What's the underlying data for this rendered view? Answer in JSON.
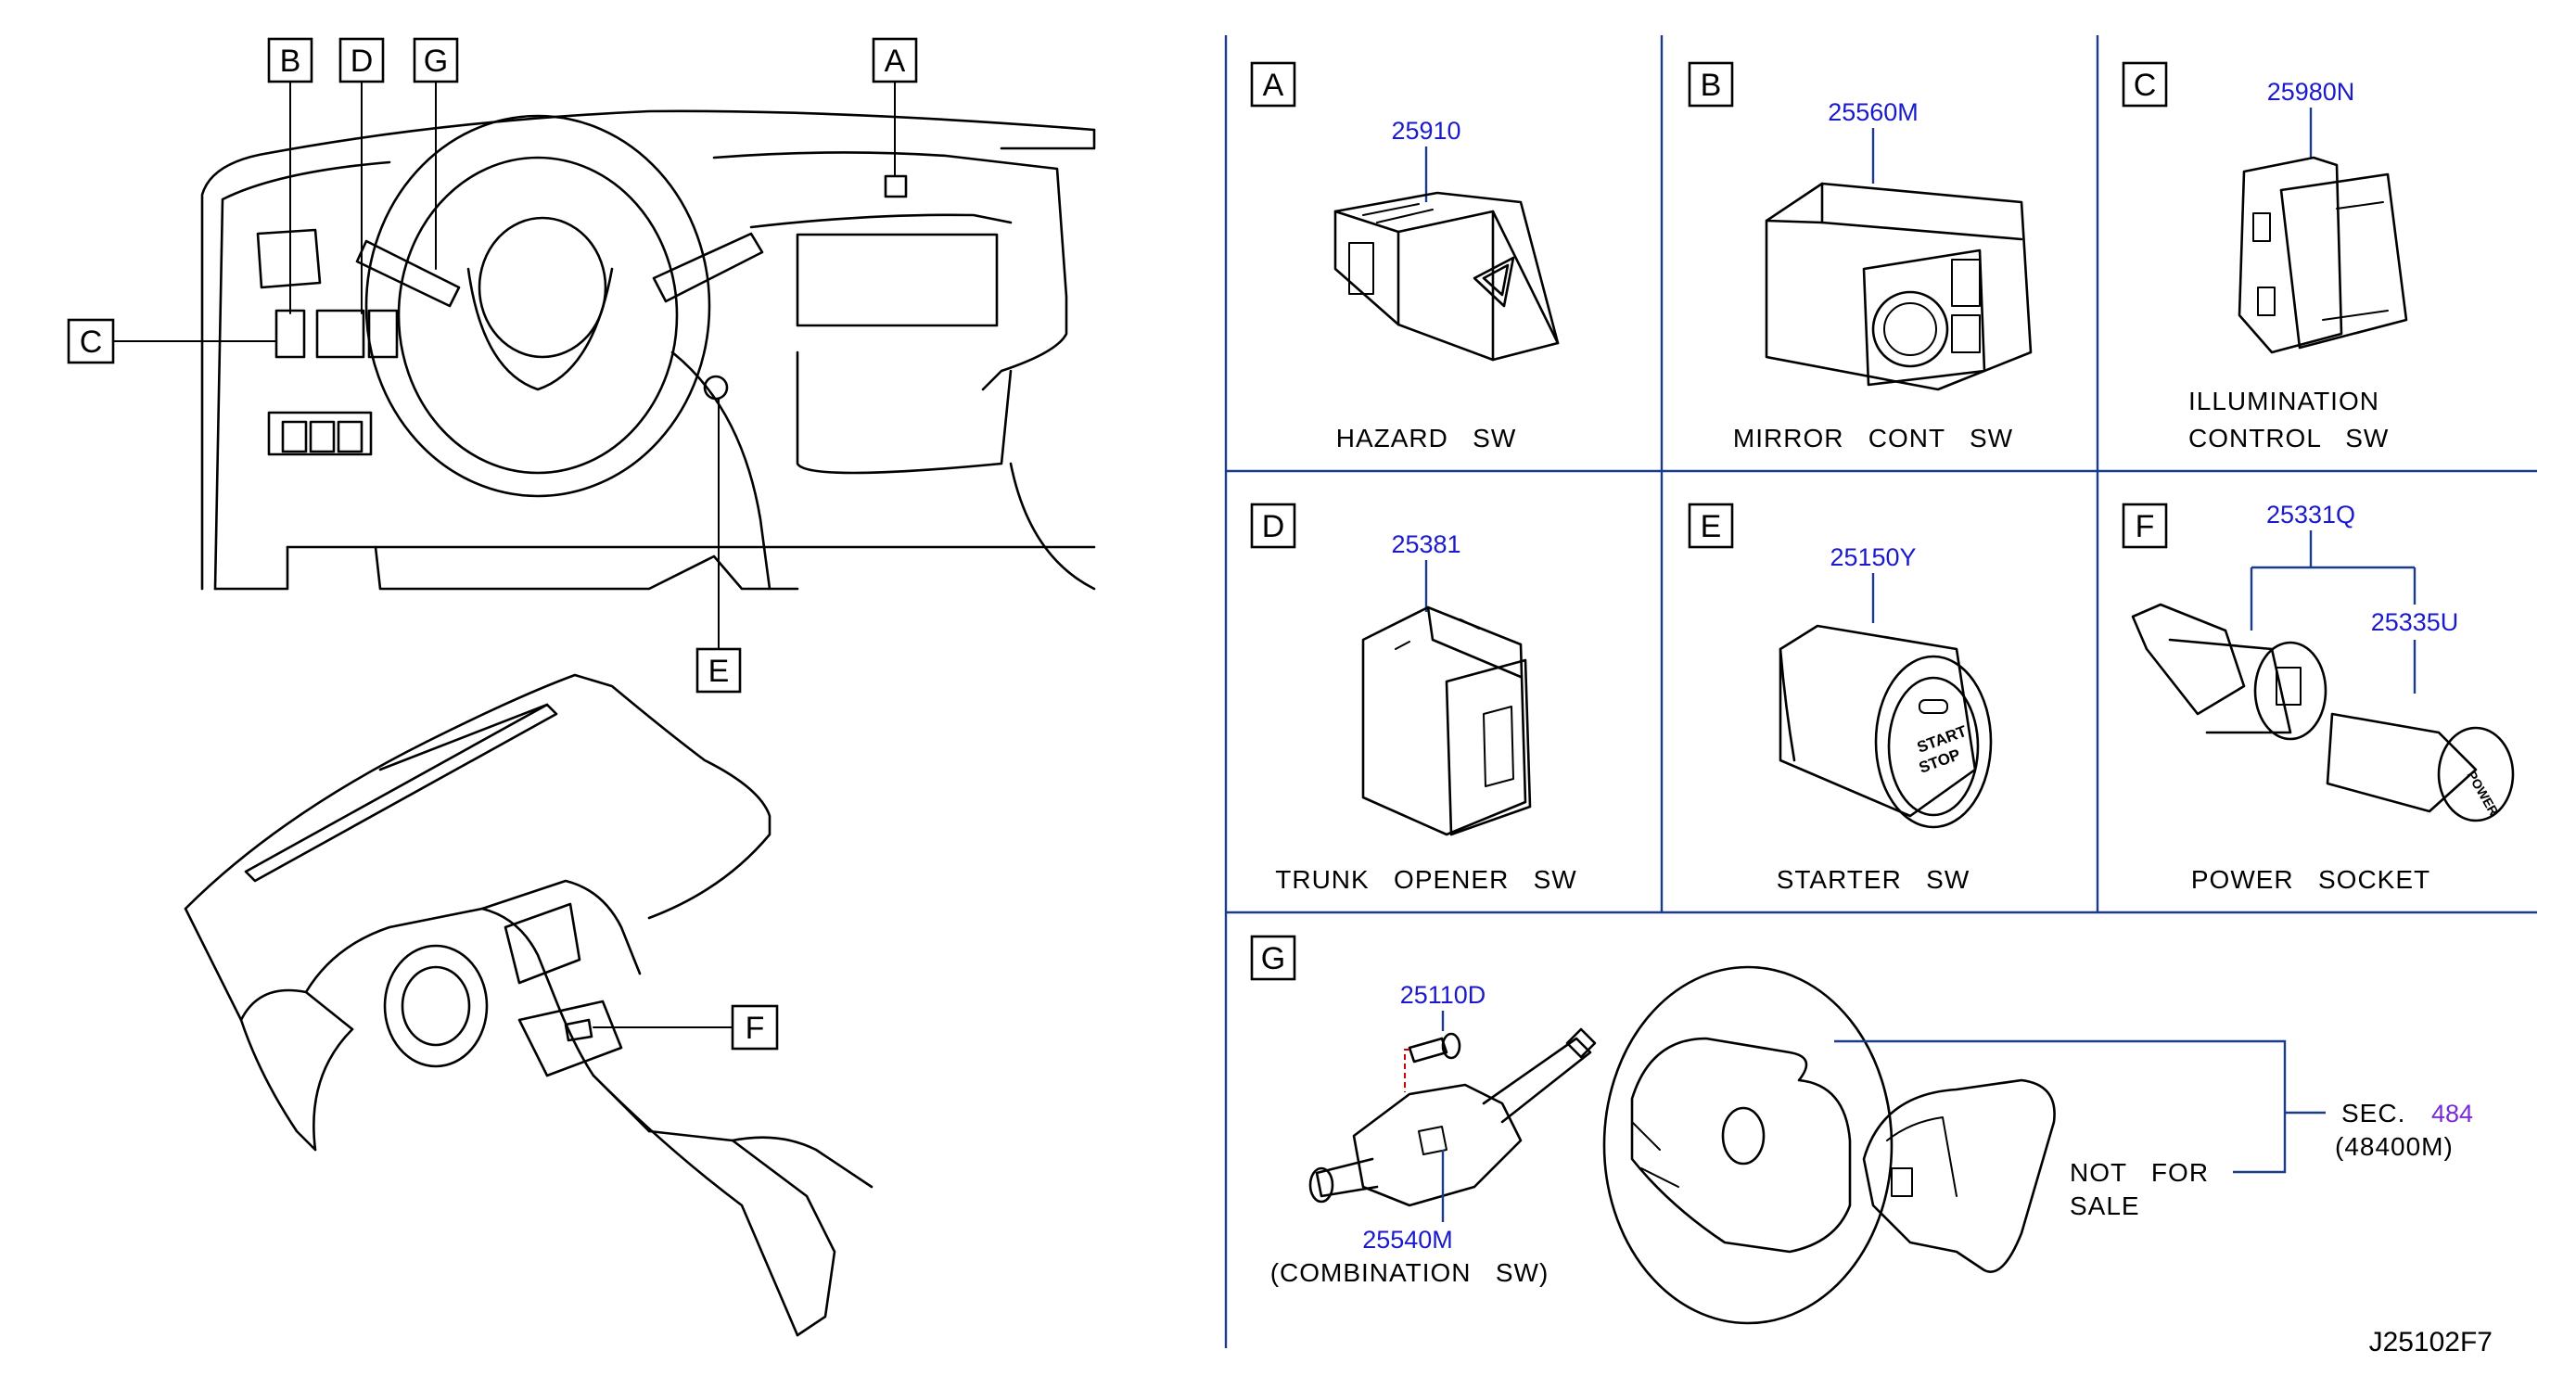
{
  "diagram_id": "J25102F7",
  "callouts": [
    "A",
    "B",
    "C",
    "D",
    "E",
    "F",
    "G"
  ],
  "panels": {
    "A": {
      "letter": "A",
      "part": "25910",
      "caption": "HAZARD   SW"
    },
    "B": {
      "letter": "B",
      "part": "25560M",
      "caption": "MIRROR   CONT   SW"
    },
    "C": {
      "letter": "C",
      "part": "25980N",
      "caption_line1": "ILLUMINATION",
      "caption_line2": "CONTROL   SW"
    },
    "D": {
      "letter": "D",
      "part": "25381",
      "caption": "TRUNK   OPENER   SW"
    },
    "E": {
      "letter": "E",
      "part": "25150Y",
      "caption": "STARTER   SW"
    },
    "F": {
      "letter": "F",
      "part_a": "25331Q",
      "part_b": "25335U",
      "caption": "POWER   SOCKET"
    },
    "G": {
      "letter": "G",
      "part_screw": "25110D",
      "part_switch": "25540M",
      "caption": "(COMBINATION   SW)",
      "not_for_sale_line1": "NOT   FOR",
      "not_for_sale_line2": "SALE",
      "sec_label": "SEC.",
      "sec_number": "484",
      "sec_sub": "(48400M)"
    }
  },
  "colors": {
    "line": "#000000",
    "grid": "#1a3b8c",
    "part_number": "#1a1acc",
    "section_link": "#7a2ad6"
  }
}
